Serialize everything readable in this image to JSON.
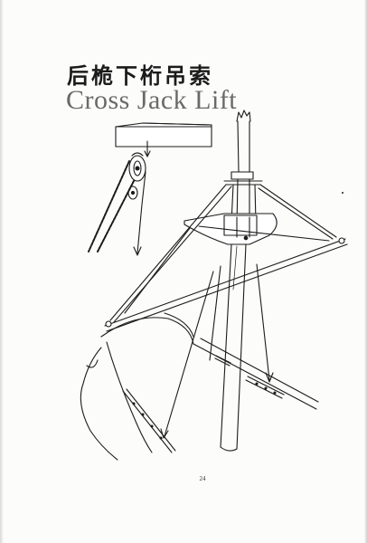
{
  "title": {
    "chinese": "后桅下桁吊索",
    "english": "Cross Jack Lift"
  },
  "page_number": "24",
  "colors": {
    "ink": "#1b1b1b",
    "title_grey": "#6a6a6a",
    "paper": "#fcfcfb"
  },
  "illustration": {
    "subject": "mast-yard-lift-rigging-drawing"
  }
}
